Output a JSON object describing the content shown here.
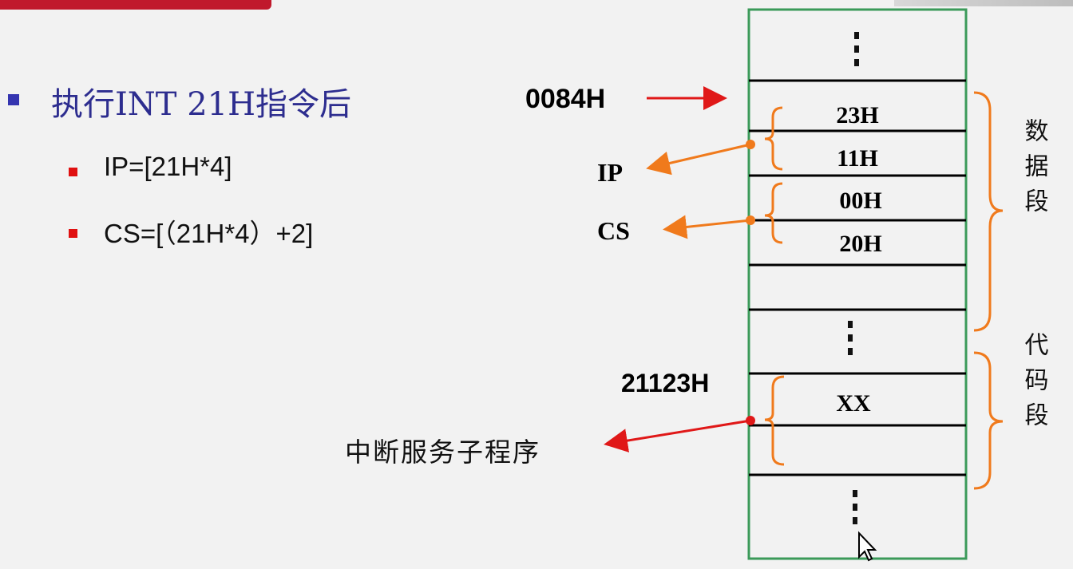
{
  "main_bullet": "执行INT 21H指令后",
  "sub_bullets": [
    "IP=[21H*4]",
    "CS=[（21H*4）+2]"
  ],
  "memory": {
    "ellipsis": "⋮",
    "cells": [
      "23H",
      "11H",
      "00H",
      "20H",
      "XX"
    ],
    "addresses": [
      "0084H",
      "21123H"
    ],
    "registers": [
      "IP",
      "CS"
    ],
    "service_routine": "中断服务子程序",
    "segments": [
      "数据段",
      "代码段"
    ]
  },
  "colors": {
    "box_border": "#3b9a59",
    "arrow_red": "#e01818",
    "arrow_orange": "#f07a1c",
    "bracket_orange": "#f07a1c",
    "text_blue": "#2d2d8f"
  }
}
